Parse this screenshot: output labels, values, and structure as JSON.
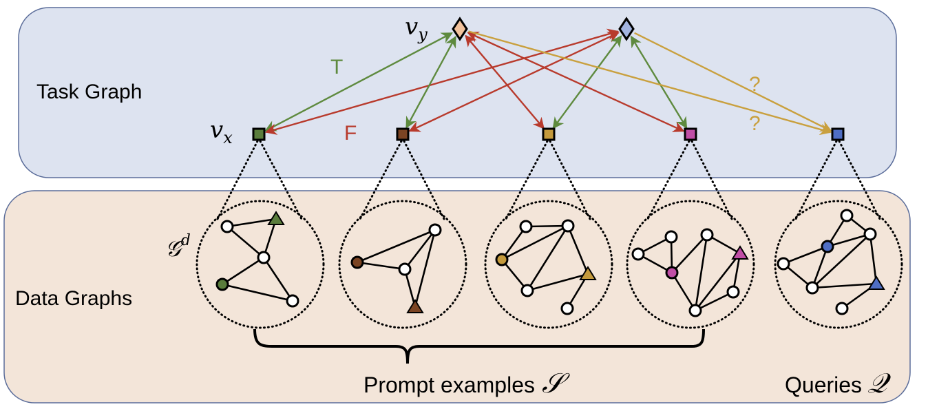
{
  "panels": {
    "task_graph": {
      "label": "Task Graph",
      "fill": "#dde3f0"
    },
    "data_graphs": {
      "label": "Data Graphs",
      "fill": "#f3e5d9"
    },
    "border_color": "#5b6d9a"
  },
  "math_labels": {
    "v_y": {
      "base": "v",
      "sub": "y"
    },
    "v_x": {
      "base": "v",
      "sub": "x"
    },
    "g_d": {
      "base": "𝒢",
      "sup": "d"
    }
  },
  "edge_labels": {
    "true_label": "T",
    "false_label": "F",
    "unknown_label_1": "?",
    "unknown_label_2": "?"
  },
  "captions": {
    "prompt_examples": "Prompt examples",
    "prompt_symbol": "𝒮",
    "queries": "Queries",
    "queries_symbol": "𝒬"
  },
  "colors": {
    "true_edge": "#5e8a3e",
    "false_edge": "#b83a2c",
    "unknown_edge": "#c9a03e"
  },
  "label_nodes": [
    {
      "id": "label-1",
      "name": "v_y",
      "color": "#f2c29c"
    },
    {
      "id": "label-2",
      "name": "label-2",
      "color": "#a2b4e0"
    }
  ],
  "data_nodes": [
    {
      "id": "data-1",
      "name": "v_x",
      "color": "#5a7d3c",
      "role": "prompt"
    },
    {
      "id": "data-2",
      "color": "#7b4423",
      "role": "prompt"
    },
    {
      "id": "data-3",
      "color": "#c49a3c",
      "role": "prompt"
    },
    {
      "id": "data-4",
      "color": "#c04ea6",
      "role": "prompt"
    },
    {
      "id": "data-5",
      "color": "#4f6ec4",
      "role": "query"
    }
  ],
  "task_edges": [
    {
      "from": "data-1",
      "to": "label-1",
      "type": "true_edge"
    },
    {
      "from": "data-1",
      "to": "label-2",
      "type": "false_edge"
    },
    {
      "from": "data-2",
      "to": "label-1",
      "type": "true_edge"
    },
    {
      "from": "data-2",
      "to": "label-2",
      "type": "false_edge"
    },
    {
      "from": "data-3",
      "to": "label-1",
      "type": "false_edge"
    },
    {
      "from": "data-3",
      "to": "label-2",
      "type": "true_edge"
    },
    {
      "from": "data-4",
      "to": "label-1",
      "type": "false_edge"
    },
    {
      "from": "data-4",
      "to": "label-2",
      "type": "true_edge"
    },
    {
      "from": "data-5",
      "to": "label-1",
      "type": "unknown_edge"
    },
    {
      "from": "data-5",
      "to": "label-2",
      "type": "unknown_edge"
    }
  ]
}
